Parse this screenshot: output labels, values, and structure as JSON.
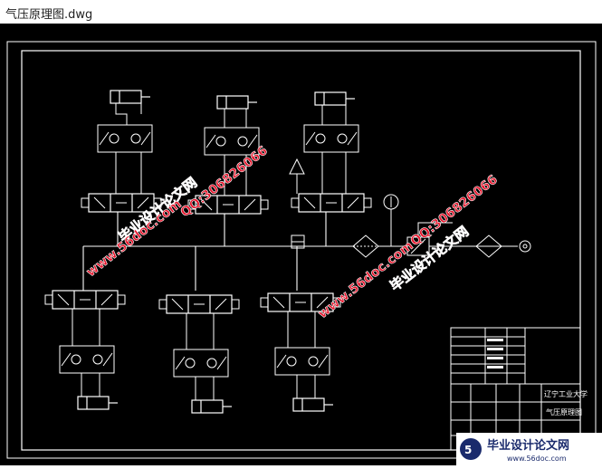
{
  "window": {
    "title": "气压原理图.dwg"
  },
  "watermarks": {
    "brand_text": "毕业设计论文网",
    "site_url": "www.56doc.com",
    "qq": "QQ:306826066"
  },
  "title_block": {
    "university": "辽宁工业大学",
    "drawing_name": "气压原理图"
  },
  "footer_logo": {
    "brand_text": "毕业设计论文网",
    "site_url": "www.56doc.com"
  },
  "colors": {
    "background": "#000000",
    "lines": "#ffffff",
    "watermark": "#e8142b",
    "footer_bg": "#ffffff",
    "footer_text": "#1a2a6c"
  }
}
